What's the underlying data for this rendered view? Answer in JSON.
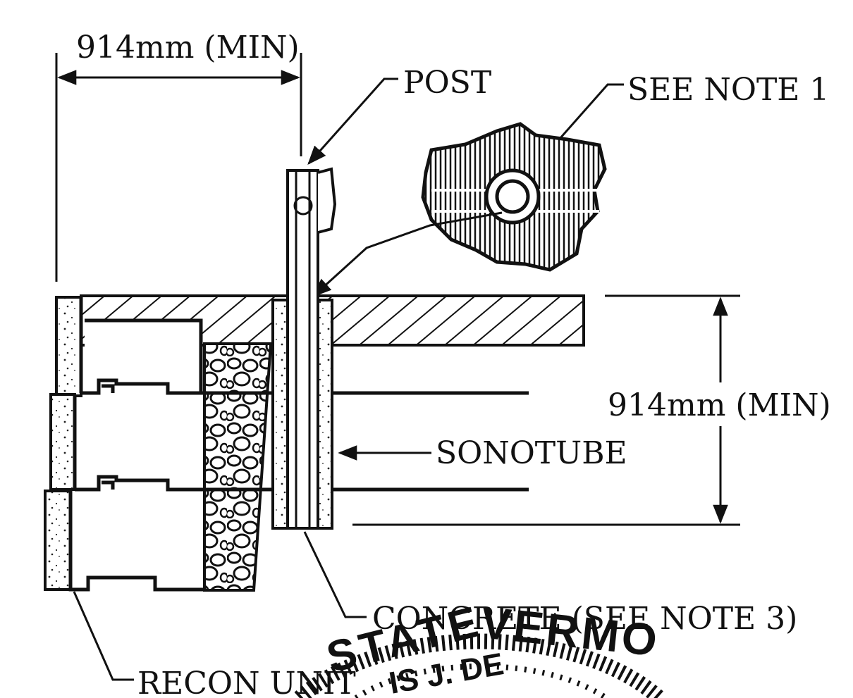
{
  "labels": {
    "width_dim": "914mm (MIN)",
    "post": "POST",
    "see_note_1": "SEE NOTE 1",
    "depth_dim": "914mm (MIN)",
    "sonotube": "SONOTUBE",
    "concrete": "CONCRETE (SEE NOTE 3)",
    "recon_unit": "RECON UNIT"
  },
  "seal": {
    "text": "STATE OF VERMONT",
    "name": "LOUIS J. DEPOLI"
  }
}
